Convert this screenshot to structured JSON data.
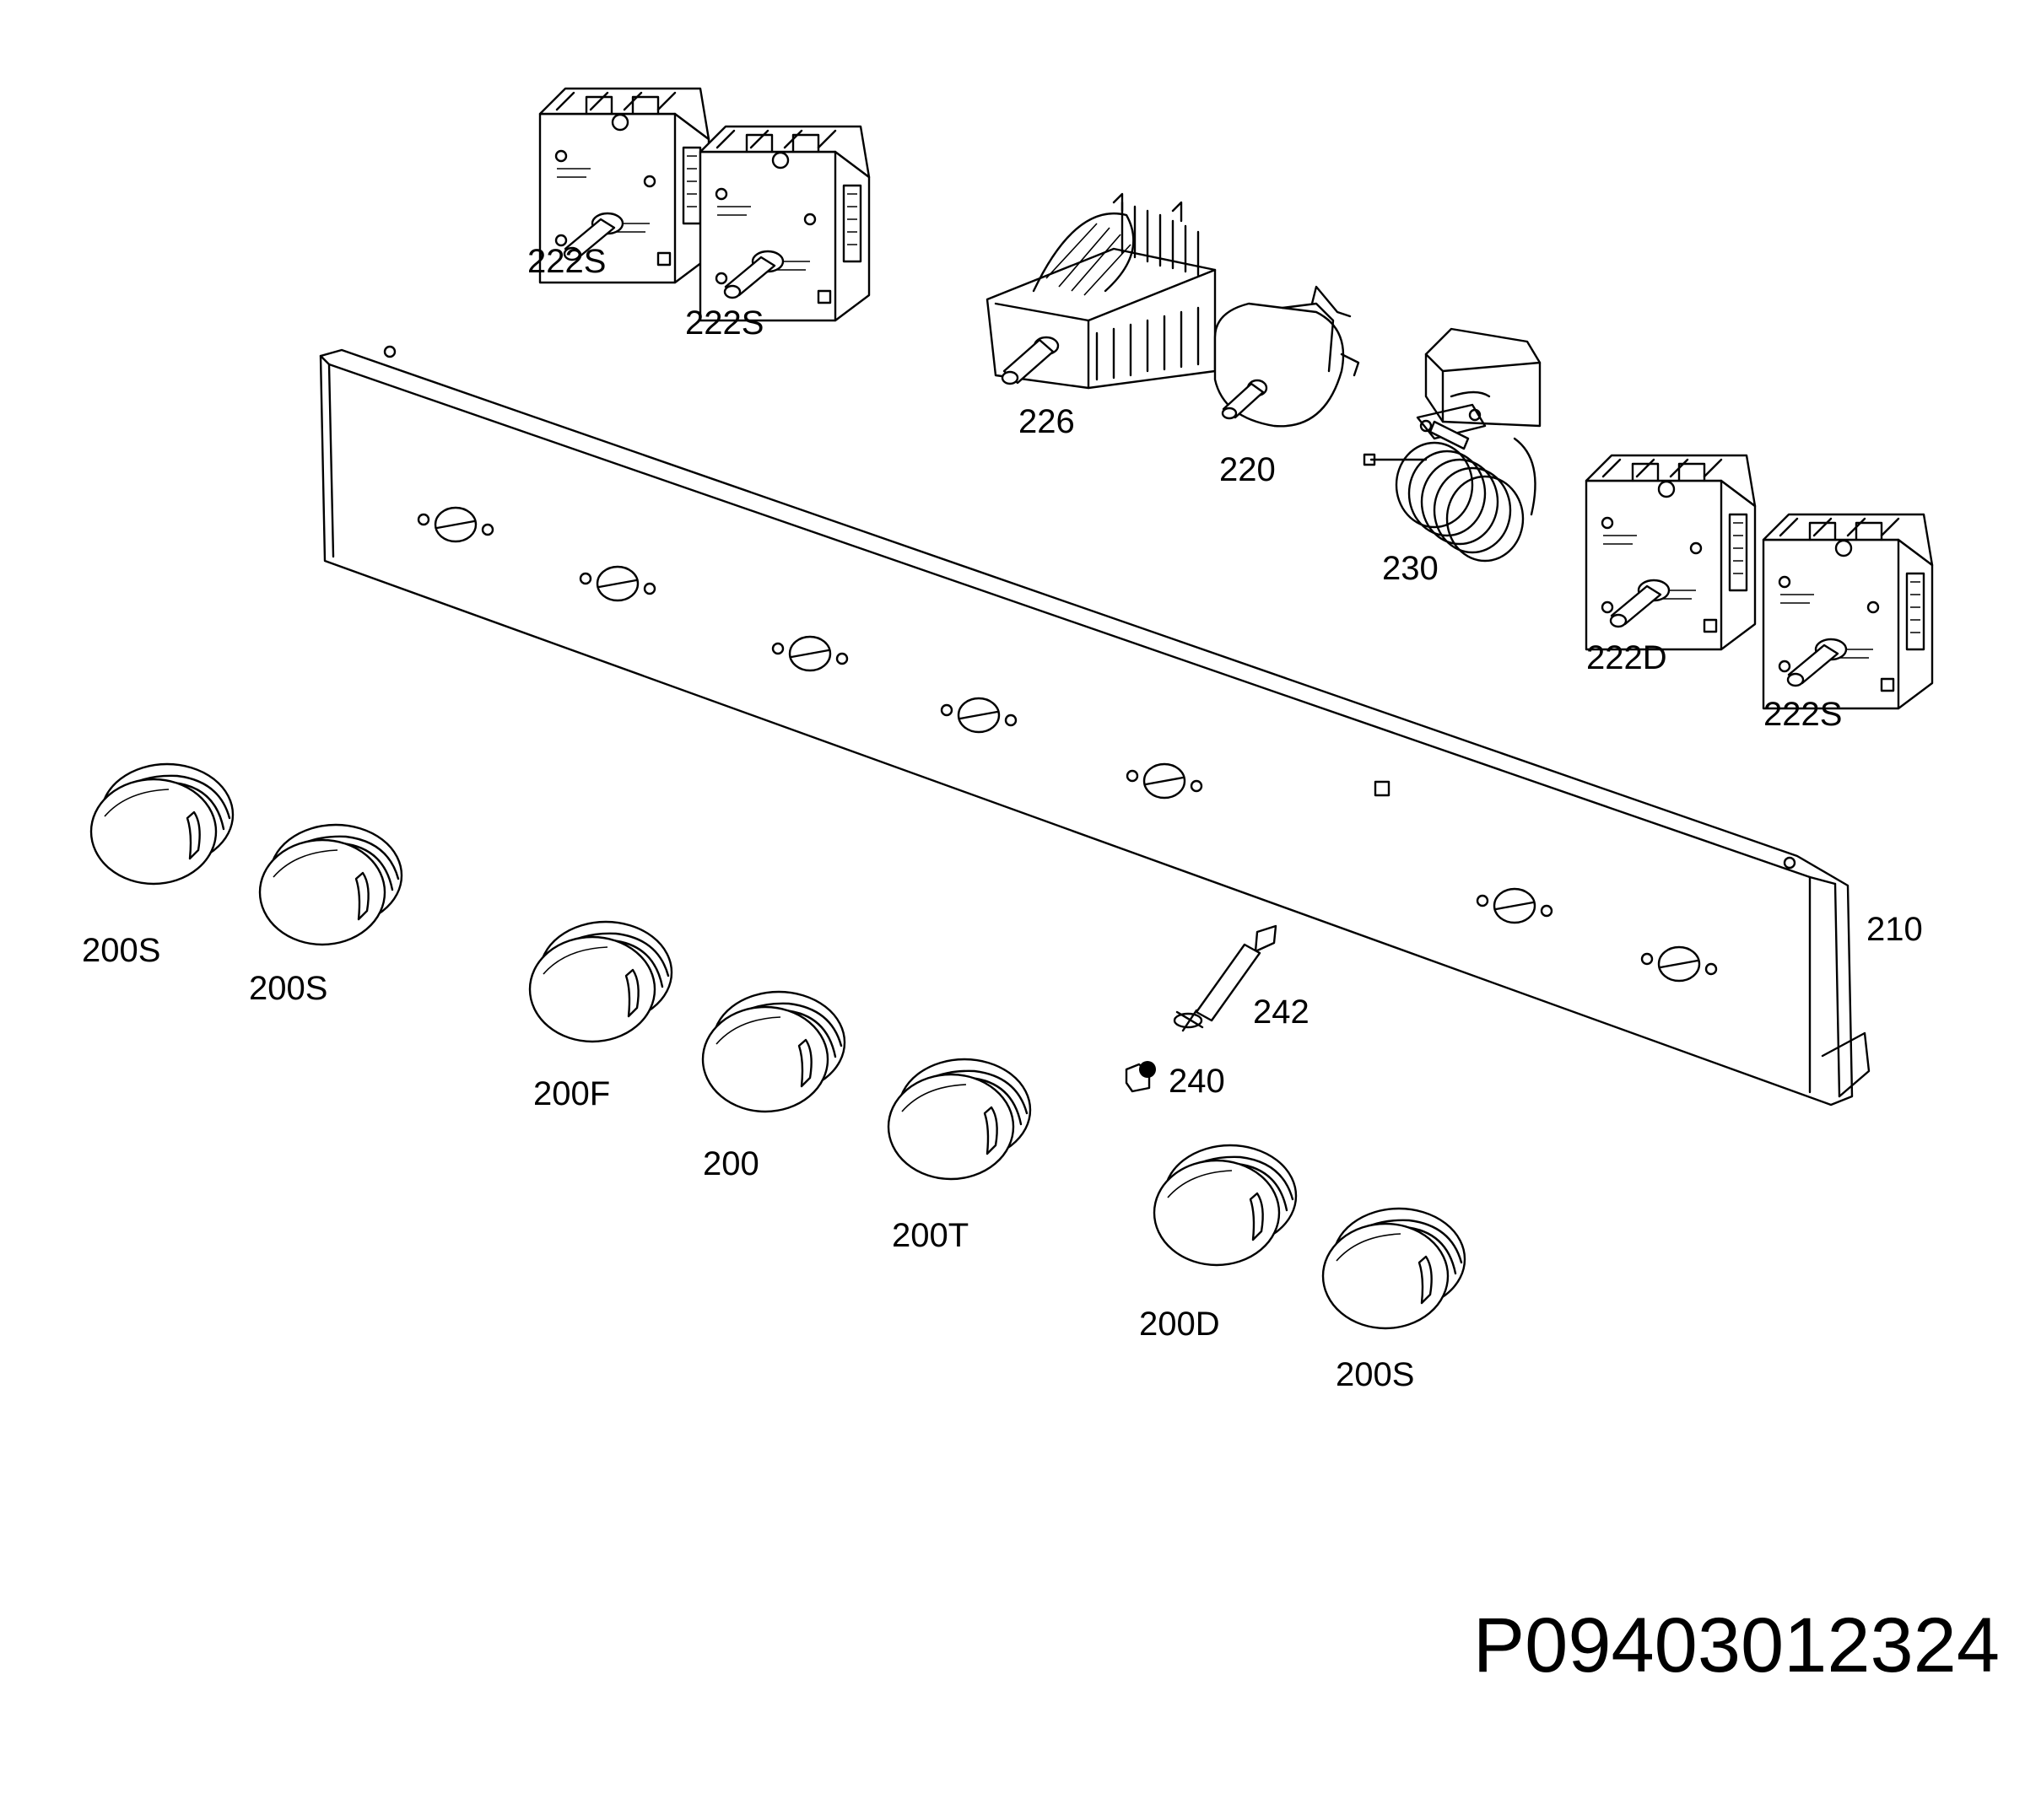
{
  "diagram": {
    "drawing_code": "P09403012324",
    "parts": {
      "switch_222s_a": "222S",
      "switch_222s_b": "222S",
      "selector_226": "226",
      "thermostat_220": "220",
      "thermostat_230": "230",
      "switch_222d": "222D",
      "switch_222s_c": "222S",
      "panel_210": "210",
      "lamp_242": "242",
      "clip_240": "240",
      "knob_200s_a": "200S",
      "knob_200s_b": "200S",
      "knob_200f": "200F",
      "knob_200": "200",
      "knob_200t": "200T",
      "knob_200d": "200D",
      "knob_200s_c": "200S"
    }
  }
}
